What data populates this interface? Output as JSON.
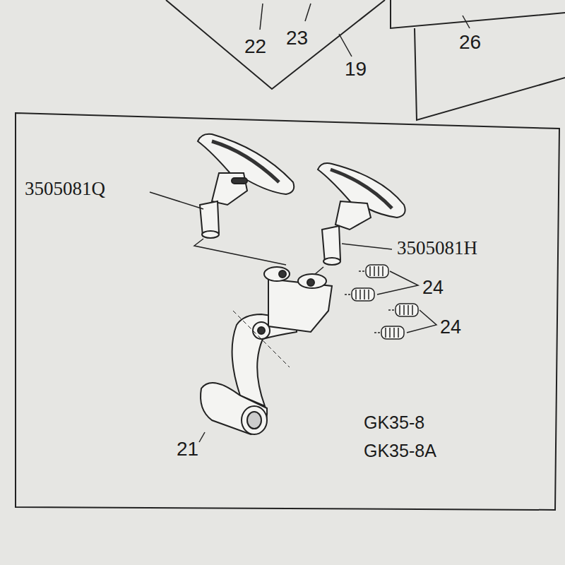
{
  "diagram": {
    "labels": [
      "22",
      "23",
      "19",
      "26",
      "3505081Q",
      "3505081H",
      "24",
      "24",
      "21",
      "GK35-8",
      "GK35-8A"
    ]
  }
}
